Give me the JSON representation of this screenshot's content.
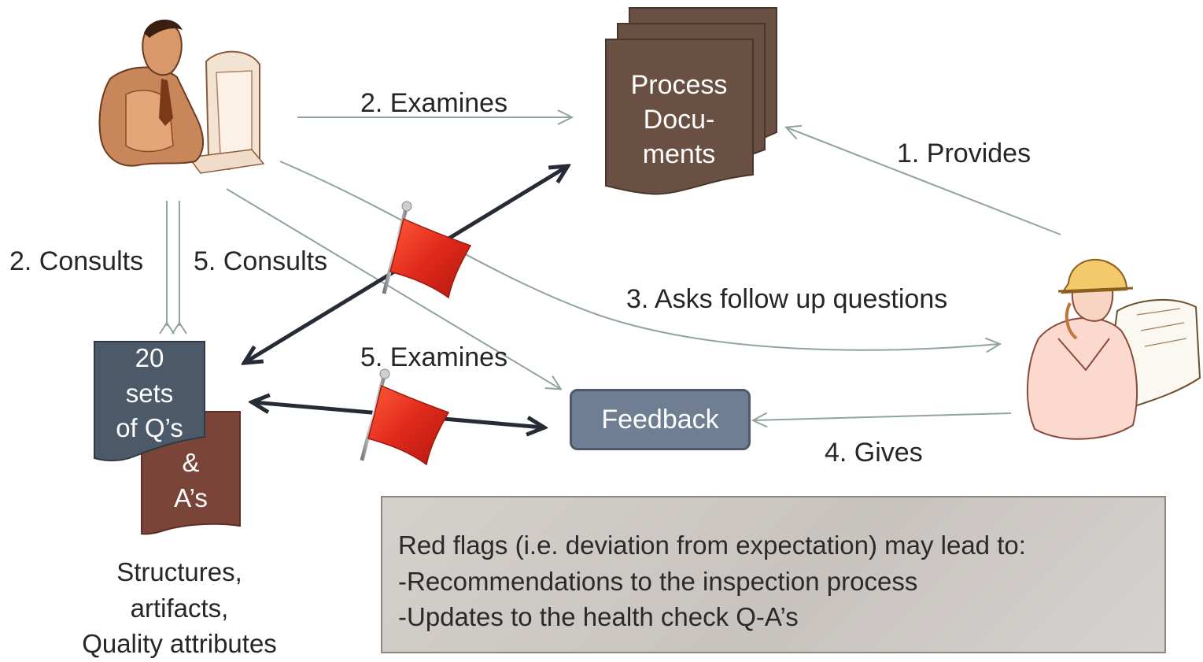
{
  "documents": {
    "lines": [
      "Process",
      "Docu-",
      "ments"
    ]
  },
  "qa_front": {
    "lines": [
      "20",
      "sets",
      "of Q’s"
    ]
  },
  "qa_back": {
    "lines": [
      "&",
      "A’s"
    ]
  },
  "feedback": {
    "label": "Feedback"
  },
  "labels": {
    "examines_top": "2. Examines",
    "provides": "1. Provides",
    "consults_left": "2. Consults",
    "consults_right": "5. Consults",
    "asks": "3. Asks follow up questions",
    "examines_bottom": "5. Examines",
    "gives": "4.  Gives"
  },
  "structures": {
    "lines": [
      "Structures,",
      "artifacts,",
      "Quality attributes"
    ]
  },
  "note": {
    "lines": [
      "Red flags (i.e. deviation from expectation) may lead to:",
      "-Recommendations to the inspection process",
      "-Updates to the health check Q-A’s"
    ]
  },
  "colors": {
    "document": "#6a5043",
    "qa_front": "#4b5968",
    "qa_back": "#7a4438",
    "arrow_thin": "#8fa49a",
    "arrow_bold": "#262b36",
    "flag": "#e0291a"
  },
  "icons": [
    "office-worker-at-computer",
    "engineer-with-blueprints",
    "red-flag",
    "red-flag"
  ]
}
